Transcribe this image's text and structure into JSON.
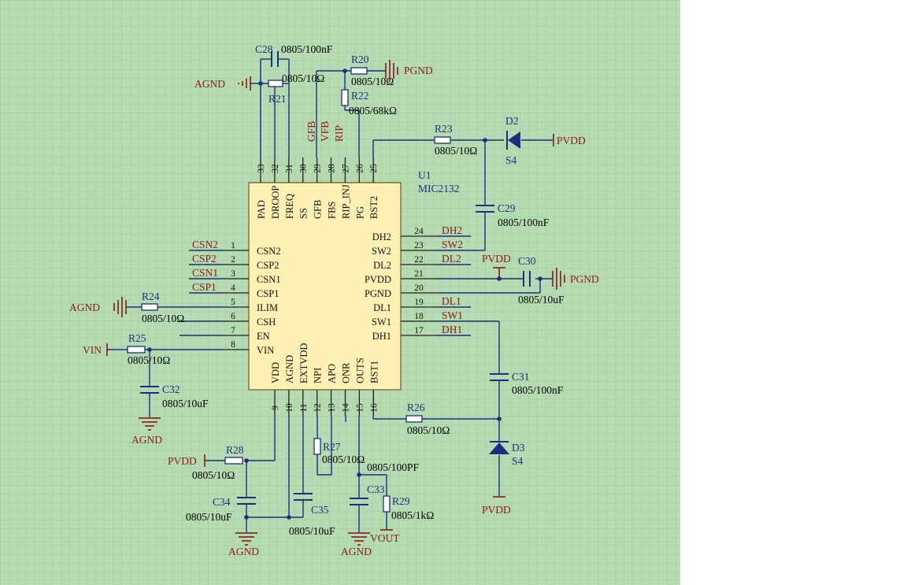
{
  "ic": {
    "designator": "U1",
    "part": "MIC2132",
    "top_pins": [
      {
        "n": "33",
        "name": "PAD"
      },
      {
        "n": "32",
        "name": "DROOP"
      },
      {
        "n": "31",
        "name": "FREQ"
      },
      {
        "n": "30",
        "name": "SS"
      },
      {
        "n": "29",
        "name": "GFB"
      },
      {
        "n": "28",
        "name": "FBS"
      },
      {
        "n": "27",
        "name": "RIP_INJ"
      },
      {
        "n": "26",
        "name": "PG"
      },
      {
        "n": "25",
        "name": "BST2"
      }
    ],
    "left_pins": [
      {
        "n": "1",
        "name": "CSN2",
        "net": "CSN2"
      },
      {
        "n": "2",
        "name": "CSP2",
        "net": "CSP2"
      },
      {
        "n": "3",
        "name": "CSN1",
        "net": "CSN1"
      },
      {
        "n": "4",
        "name": "CSP1",
        "net": "CSP1"
      },
      {
        "n": "5",
        "name": "ILIM",
        "net": ""
      },
      {
        "n": "6",
        "name": "CSH",
        "net": ""
      },
      {
        "n": "7",
        "name": "EN",
        "net": ""
      },
      {
        "n": "8",
        "name": "VIN",
        "net": ""
      }
    ],
    "right_pins": [
      {
        "n": "24",
        "name": "DH2",
        "net": "DH2"
      },
      {
        "n": "23",
        "name": "SW2",
        "net": "SW2"
      },
      {
        "n": "22",
        "name": "DL2",
        "net": "DL2"
      },
      {
        "n": "21",
        "name": "PVDD",
        "net": ""
      },
      {
        "n": "20",
        "name": "PGND",
        "net": ""
      },
      {
        "n": "19",
        "name": "DL1",
        "net": "DL1"
      },
      {
        "n": "18",
        "name": "SW1",
        "net": "SW1"
      },
      {
        "n": "17",
        "name": "DH1",
        "net": "DH1"
      }
    ],
    "bottom_pins": [
      {
        "n": "9",
        "name": "VDD"
      },
      {
        "n": "10",
        "name": "AGND"
      },
      {
        "n": "11",
        "name": "EXTVDD"
      },
      {
        "n": "12",
        "name": "NPI"
      },
      {
        "n": "13",
        "name": "APO"
      },
      {
        "n": "14",
        "name": "ONR"
      },
      {
        "n": "15",
        "name": "OUTS"
      },
      {
        "n": "16",
        "name": "BST1"
      }
    ],
    "top_net_labels": [
      {
        "pin": "29",
        "text": "GFB"
      },
      {
        "pin": "28",
        "text": "VFB"
      },
      {
        "pin": "27",
        "text": "RIP"
      }
    ]
  },
  "components": [
    {
      "id": "c28",
      "des": "C28",
      "val": "0805/100nF"
    },
    {
      "id": "r21",
      "des": "R21",
      "val": "0805/10Ω"
    },
    {
      "id": "r20",
      "des": "R20",
      "val": "0805/10Ω"
    },
    {
      "id": "r22",
      "des": "R22",
      "val": "0805/68kΩ"
    },
    {
      "id": "r23",
      "des": "R23",
      "val": "0805/10Ω"
    },
    {
      "id": "d2",
      "des": "D2",
      "val": "S4"
    },
    {
      "id": "c29",
      "des": "C29",
      "val": "0805/100nF"
    },
    {
      "id": "c30",
      "des": "C30",
      "val": "0805/10uF"
    },
    {
      "id": "r24",
      "des": "R24",
      "val": "0805/10Ω"
    },
    {
      "id": "r25",
      "des": "R25",
      "val": "0805/10Ω"
    },
    {
      "id": "c32",
      "des": "C32",
      "val": "0805/10uF"
    },
    {
      "id": "c31",
      "des": "C31",
      "val": "0805/100nF"
    },
    {
      "id": "r26",
      "des": "R26",
      "val": "0805/10Ω"
    },
    {
      "id": "d3",
      "des": "D3",
      "val": "S4"
    },
    {
      "id": "r28",
      "des": "R28",
      "val": "0805/10Ω"
    },
    {
      "id": "r27",
      "des": "R27",
      "val": "0805/10Ω"
    },
    {
      "id": "c33",
      "des": "C33",
      "val": "0805/100PF"
    },
    {
      "id": "r29",
      "des": "R29",
      "val": "0805/1kΩ"
    },
    {
      "id": "c34",
      "des": "C34",
      "val": "0805/10uF"
    },
    {
      "id": "c35",
      "des": "C35",
      "val": "0805/10uF"
    }
  ],
  "power": {
    "agnd": "AGND",
    "pgnd": "PGND",
    "pvdd": "PVDD",
    "vin": "VIN",
    "vout": "VOUT"
  },
  "colors": {
    "grid_bg": "#b6dbb2",
    "grid_line": "#a2cba0",
    "ic_fill": "#fff0b4",
    "wire": "#1a2f7d",
    "label": "#8a1a1a"
  }
}
